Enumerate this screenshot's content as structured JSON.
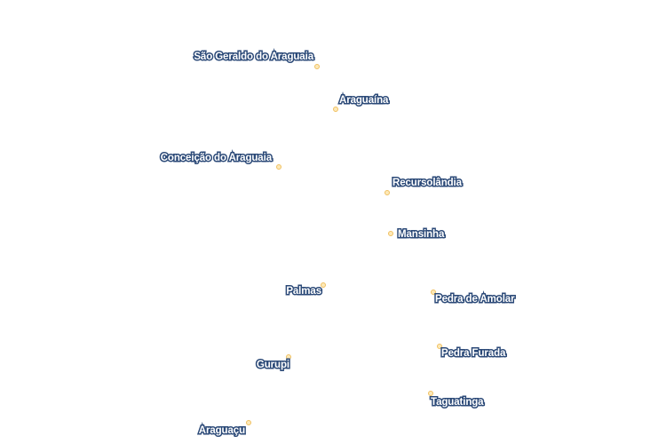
{
  "map": {
    "marker_fill": "#fde9b8",
    "marker_stroke": "#f0c060",
    "label_color": "#ffffff",
    "label_halo": "#2c4a78",
    "places": [
      {
        "name": "São Geraldo do Araguaia"
      },
      {
        "name": "Araguaína"
      },
      {
        "name": "Conceição do Araguaia"
      },
      {
        "name": "Recursolândia"
      },
      {
        "name": "Mansinha"
      },
      {
        "name": "Palmas"
      },
      {
        "name": "Pedra de Amolar"
      },
      {
        "name": "Pedra Furada"
      },
      {
        "name": "Gurupi"
      },
      {
        "name": "Taguatinga"
      },
      {
        "name": "Araguaçu"
      }
    ]
  }
}
